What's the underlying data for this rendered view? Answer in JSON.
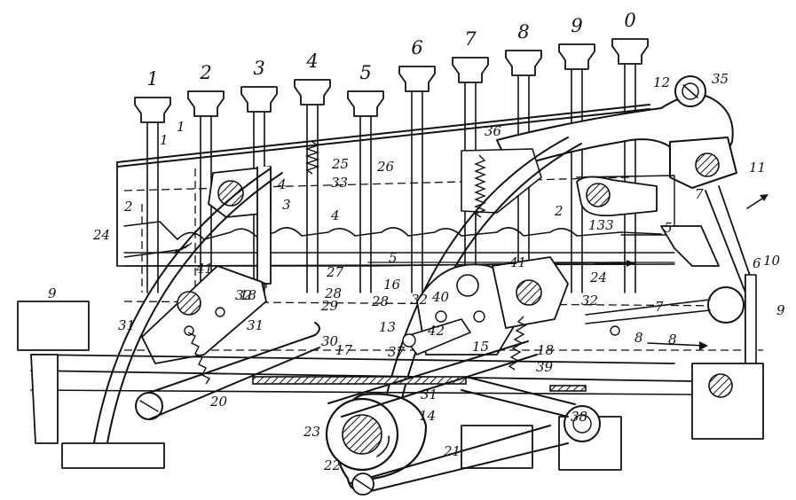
{
  "keys": [
    {
      "label": "1"
    },
    {
      "label": "2"
    },
    {
      "label": "3"
    },
    {
      "label": "4"
    },
    {
      "label": "5"
    },
    {
      "label": "6"
    },
    {
      "label": "7"
    },
    {
      "label": "8"
    },
    {
      "label": "9"
    },
    {
      "label": "0"
    }
  ],
  "callouts": [
    "1",
    "2",
    "3",
    "4",
    "5",
    "6",
    "7",
    "8",
    "9",
    "10",
    "11",
    "12",
    "13",
    "14",
    "15",
    "16",
    "17",
    "18",
    "20",
    "21",
    "22",
    "23",
    "24",
    "25",
    "26",
    "27",
    "28",
    "29",
    "30",
    "31",
    "32",
    "33",
    "35",
    "36",
    "37",
    "38",
    "39",
    "40",
    "41",
    "42"
  ],
  "extra_labels": [
    "133",
    "7",
    "8"
  ]
}
